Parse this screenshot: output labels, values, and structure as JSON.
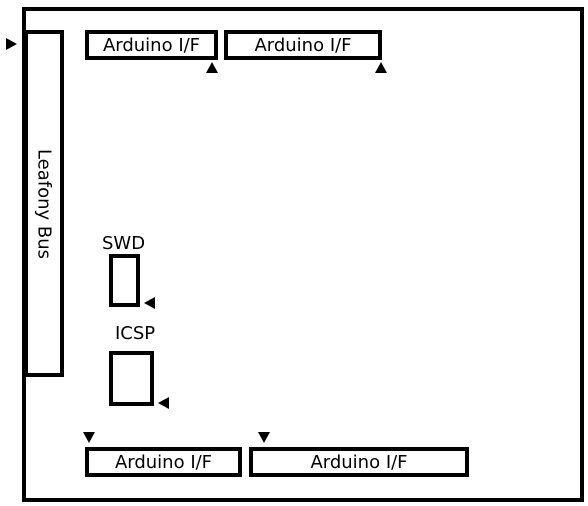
{
  "board": {
    "leafony_bus_label": "Leafony Bus",
    "connectors": {
      "top_left_label": "Arduino I/F",
      "top_right_label": "Arduino I/F",
      "bottom_left_label": "Arduino I/F",
      "bottom_right_label": "Arduino I/F"
    },
    "swd_label": "SWD",
    "icsp_label": "ICSP"
  }
}
